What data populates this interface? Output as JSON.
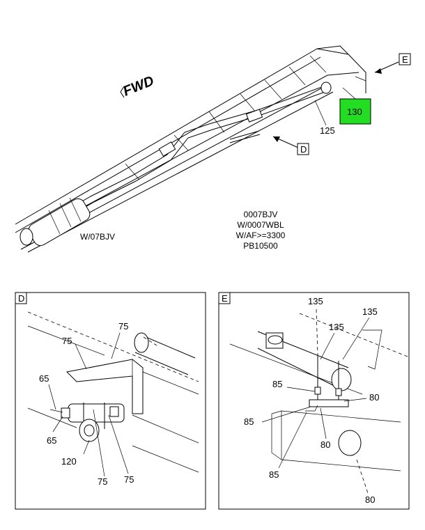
{
  "main_view": {
    "fwd_label": "FWD",
    "ref_left": "W/07BJV",
    "notes": [
      "0007BJV",
      "W/0007WBL",
      "W/AF>=3300",
      "PB10500"
    ],
    "callouts": {
      "tail_pipe": "125",
      "bracket_highlighted": "130",
      "view_d_ref": "D",
      "view_e_ref": "E"
    },
    "colors": {
      "highlight": "#22dd22"
    }
  },
  "detail_d": {
    "title": "D",
    "labels": {
      "l75_top": "75",
      "l75_left": "75",
      "l65_top": "65",
      "l65_bottom": "65",
      "l120": "120",
      "l75_bottom_left": "75",
      "l75_bottom_right": "75"
    }
  },
  "detail_e": {
    "title": "E",
    "labels": {
      "l135_top": "135",
      "l135_right": "135",
      "l135_mid": "135",
      "l85_upper": "85",
      "l80_right": "80",
      "l85_left": "85",
      "l80_mid": "80",
      "l85_bottom": "85",
      "l80_bottom": "80"
    }
  }
}
